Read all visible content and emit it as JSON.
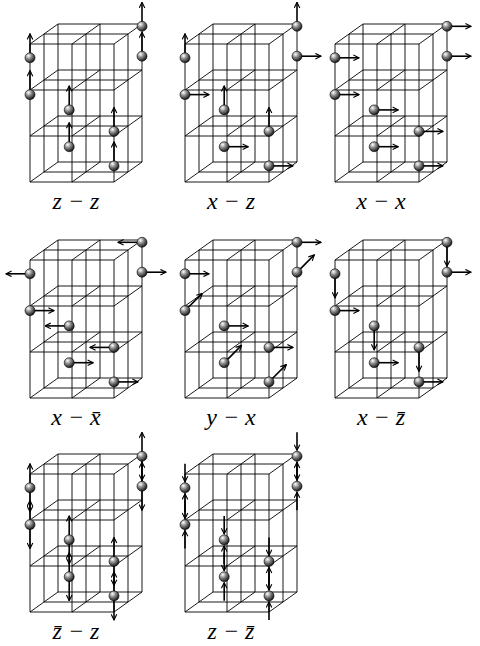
{
  "diagram": {
    "labels": [
      "z − z",
      "x − z",
      "x − x",
      "x − x̄",
      "y − x",
      "x − z̄",
      "z̄ − z",
      "z − z̄"
    ]
  }
}
